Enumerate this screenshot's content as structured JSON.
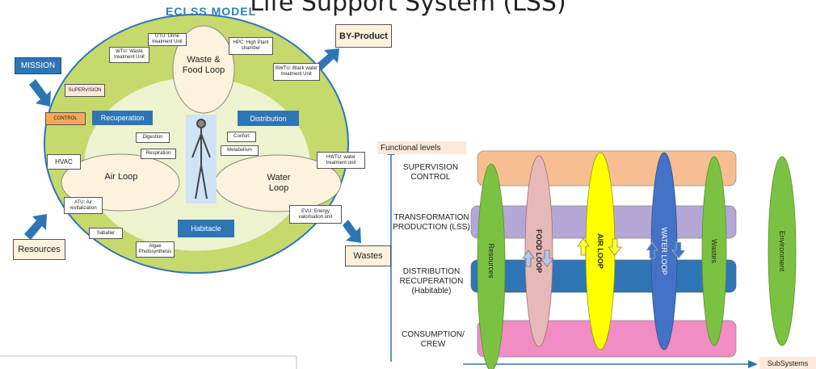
{
  "title": "Life Support System (LSS)",
  "model_title": "ECLSS MODEL",
  "left_tags": {
    "mission": "MISSION",
    "resources": "Resources",
    "by_product": "BY-Product",
    "wastes": "Wastes"
  },
  "inner_tags": {
    "supervision": "SUPERVISION",
    "control": "CONTROL",
    "recuperation": "Recuperation",
    "distribution": "Distribution",
    "habitacle": "Habitacle",
    "hvac": "HVAC"
  },
  "loops": {
    "waste_food": "Waste & Food Loop",
    "air": "Air Loop",
    "water": "Water Loop"
  },
  "units": {
    "utu": "UTU: Urine treatment Unit",
    "wtu": "WTU: Waste treatment Unit",
    "hpc": "HPC: High Plant chamber",
    "bwtu": "BWTU: Black water treatment Unit",
    "hwtu": "HWTU: water treatment unit",
    "evu": "EVU: Energy valorisation unit",
    "atu": "ATU: Air revitalization",
    "sabatier": "Sabatier",
    "algae": "Algae Photosynthesis",
    "digestion": "Digestion",
    "respiration": "Respiration",
    "confort": "Confort",
    "metabolism": "Metabolism"
  },
  "right": {
    "functional_levels": "Functional levels",
    "subsystems": "SubSystems",
    "levels": [
      {
        "label": "SUPERVISION CONTROL",
        "color": "#f7be92"
      },
      {
        "label": "TRANSFORMATION PRODUCTION (LSS)",
        "color": "#b4a7d6"
      },
      {
        "label": "DISTRIBUTION RECUPERATION (Habitable)",
        "color": "#2e75b6"
      },
      {
        "label": "CONSUMPTION/ CREW",
        "color": "#f28cc4"
      }
    ],
    "subsystems_list": [
      {
        "label": "Resources",
        "color": "#7cc242"
      },
      {
        "label": "FOOD LOOP",
        "color": "#e6b8b7"
      },
      {
        "label": "AIR LOOP",
        "color": "#ffff00"
      },
      {
        "label": "WATER LOOP",
        "color": "#4472c4"
      },
      {
        "label": "Wastes",
        "color": "#7cc242"
      },
      {
        "label": "Environment",
        "color": "#7cc242"
      }
    ]
  }
}
